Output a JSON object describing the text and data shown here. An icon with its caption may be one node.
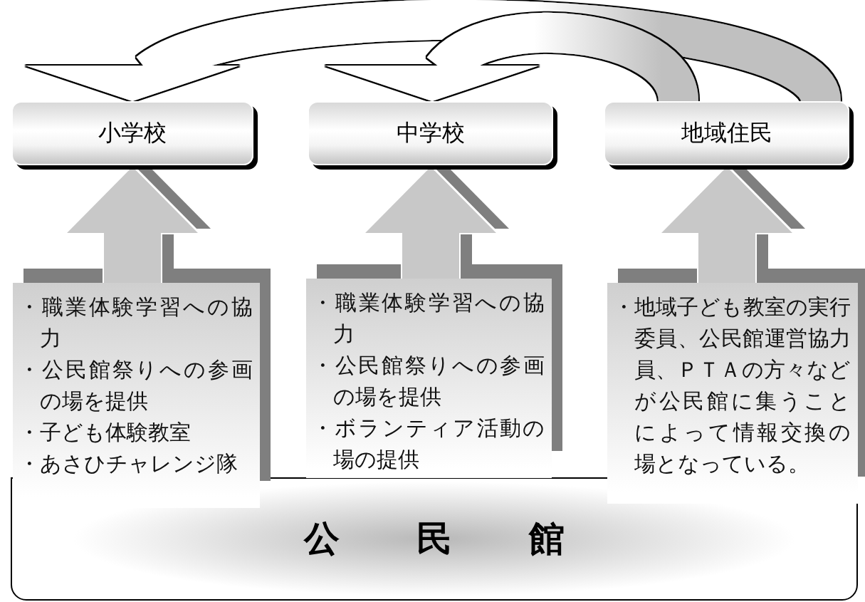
{
  "diagram": {
    "nodes": [
      {
        "text": [
          "小学校"
        ]
      },
      {
        "text": [
          "中学校"
        ]
      },
      {
        "text": [
          "地域住民"
        ]
      },
      {
        "text": [
          "・職業体験学習への協力",
          "・公民館祭りへの参画の場を提供",
          "・子ども体験教室",
          "・あさひチャレンジ隊"
        ]
      },
      {
        "text": [
          "・職業体験学習への協力",
          "・公民館祭りへの参画の場を提供",
          "・ボランティア活動の場の提供"
        ]
      },
      {
        "text": [
          "・地域子ども教室の実行委員、公民館運営協力員、ＰＴＡの方々などが公民館に集うことによって情報交換の場となっている。"
        ]
      },
      {
        "text": [
          "公民館"
        ]
      }
    ],
    "edges": [
      {
        "from": 2,
        "to": 0,
        "arrow": "to"
      },
      {
        "from": 2,
        "to": 1,
        "arrow": "to"
      },
      {
        "from": 3,
        "to": 0,
        "arrow": "to"
      },
      {
        "from": 4,
        "to": 1,
        "arrow": "to"
      },
      {
        "from": 5,
        "to": 2,
        "arrow": "to"
      }
    ]
  }
}
